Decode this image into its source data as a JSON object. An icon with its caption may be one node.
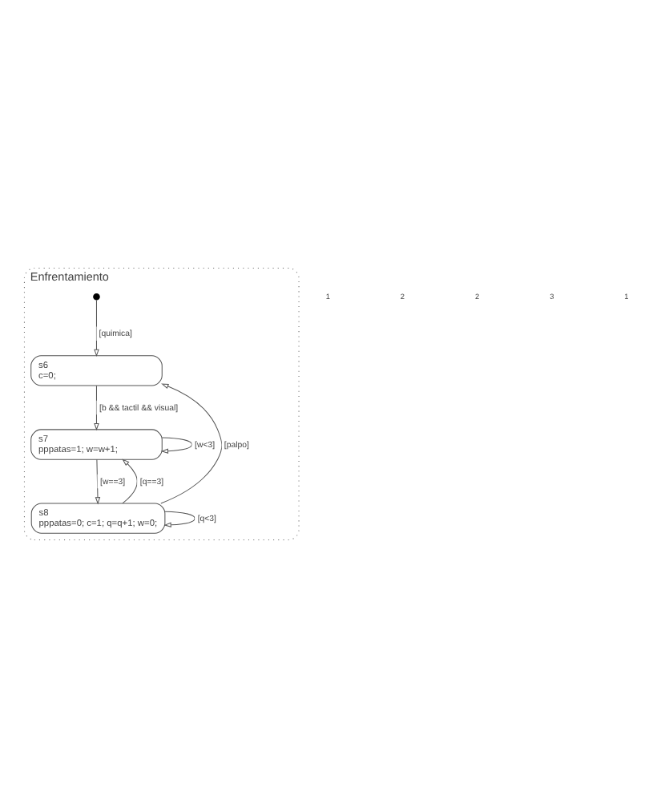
{
  "diagram": {
    "nodes": [
      {
        "text": [
          "Enfrentamiento"
        ]
      },
      {
        "text": [],
        "shape": "circle",
        "in": 0
      },
      {
        "text": [
          "s6",
          "c=0;"
        ],
        "in": 0
      },
      {
        "text": [
          "s7",
          "pppatas=1; w=w+1;"
        ],
        "in": 0
      },
      {
        "text": [
          "s8",
          "pppatas=0; c=1; q=q+1; w=0;"
        ],
        "in": 0
      }
    ],
    "edges": [
      {
        "from": 1,
        "to": 2,
        "arrow": "to",
        "label": "[quimica]"
      },
      {
        "from": 2,
        "to": 3,
        "arrow": "to",
        "label": "[b && tactil && visual]"
      },
      {
        "from": 3,
        "to": 3,
        "arrow": "to",
        "label": "[w<3]"
      },
      {
        "from": 3,
        "to": 4,
        "arrow": "to",
        "label": "[w==3]"
      },
      {
        "from": 4,
        "to": 3,
        "arrow": "to",
        "label": "[q==3]"
      },
      {
        "from": 4,
        "to": 4,
        "arrow": "to",
        "label": "[q<3]"
      },
      {
        "from": 4,
        "to": 2,
        "arrow": "to",
        "label": "[palpo]"
      }
    ],
    "labels": [
      "1",
      "2",
      "2",
      "3",
      "1"
    ]
  }
}
